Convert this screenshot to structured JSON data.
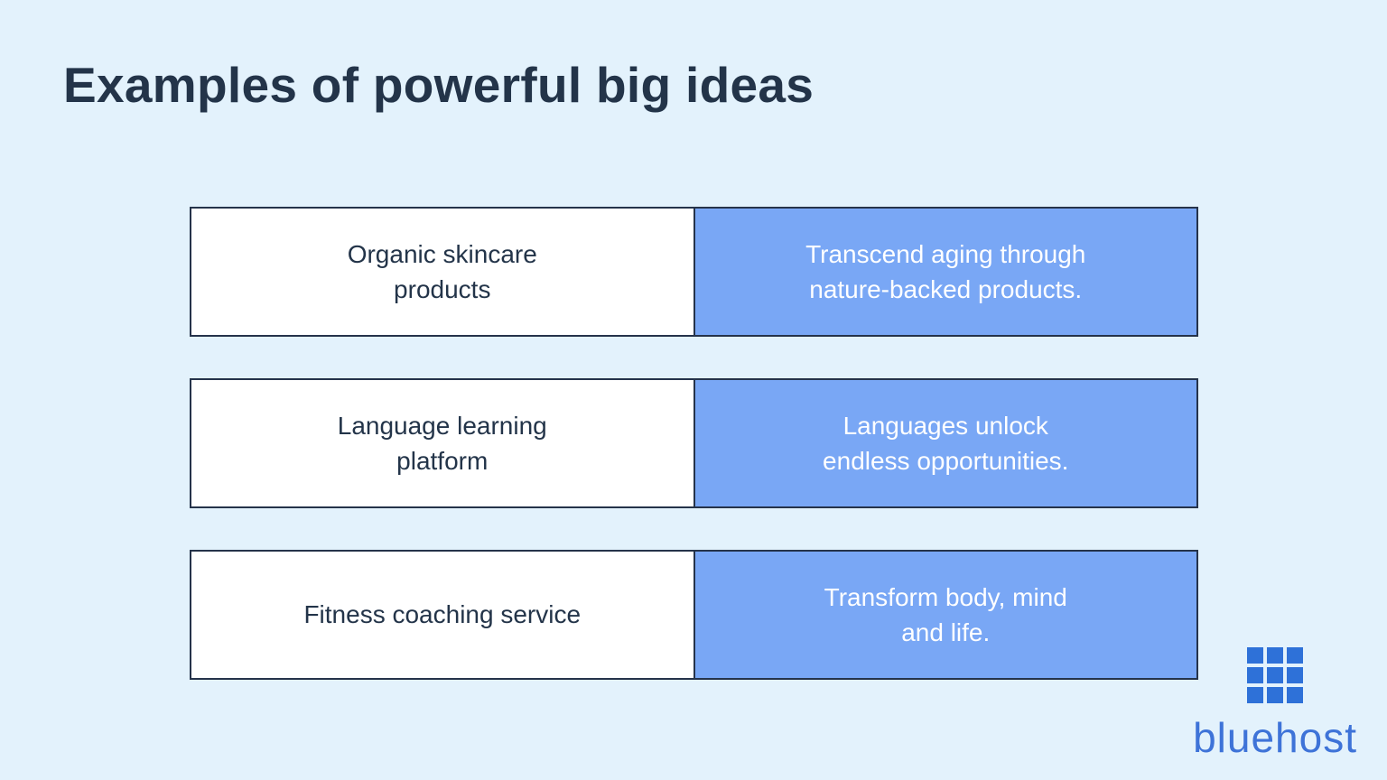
{
  "slide": {
    "title": "Examples of powerful big ideas"
  },
  "examples": {
    "rows": [
      {
        "topic": "Organic skincare\nproducts",
        "big_idea": "Transcend aging through\nnature-backed products."
      },
      {
        "topic": "Language learning\nplatform",
        "big_idea": "Languages unlock\nendless opportunities."
      },
      {
        "topic": "Fitness coaching service",
        "big_idea": "Transform body, mind\nand life."
      }
    ]
  },
  "logo": {
    "wordmark": "bluehost"
  },
  "colors": {
    "background": "#E3F2FC",
    "title_text": "#233449",
    "cell_border": "#25334A",
    "topic_cell_bg": "#FFFFFF",
    "big_idea_cell_bg": "#79A7F5",
    "big_idea_text": "#FFFFFF",
    "logo_square_blue": "#2E71D8",
    "wordmark_blue": "#3E73D8"
  }
}
